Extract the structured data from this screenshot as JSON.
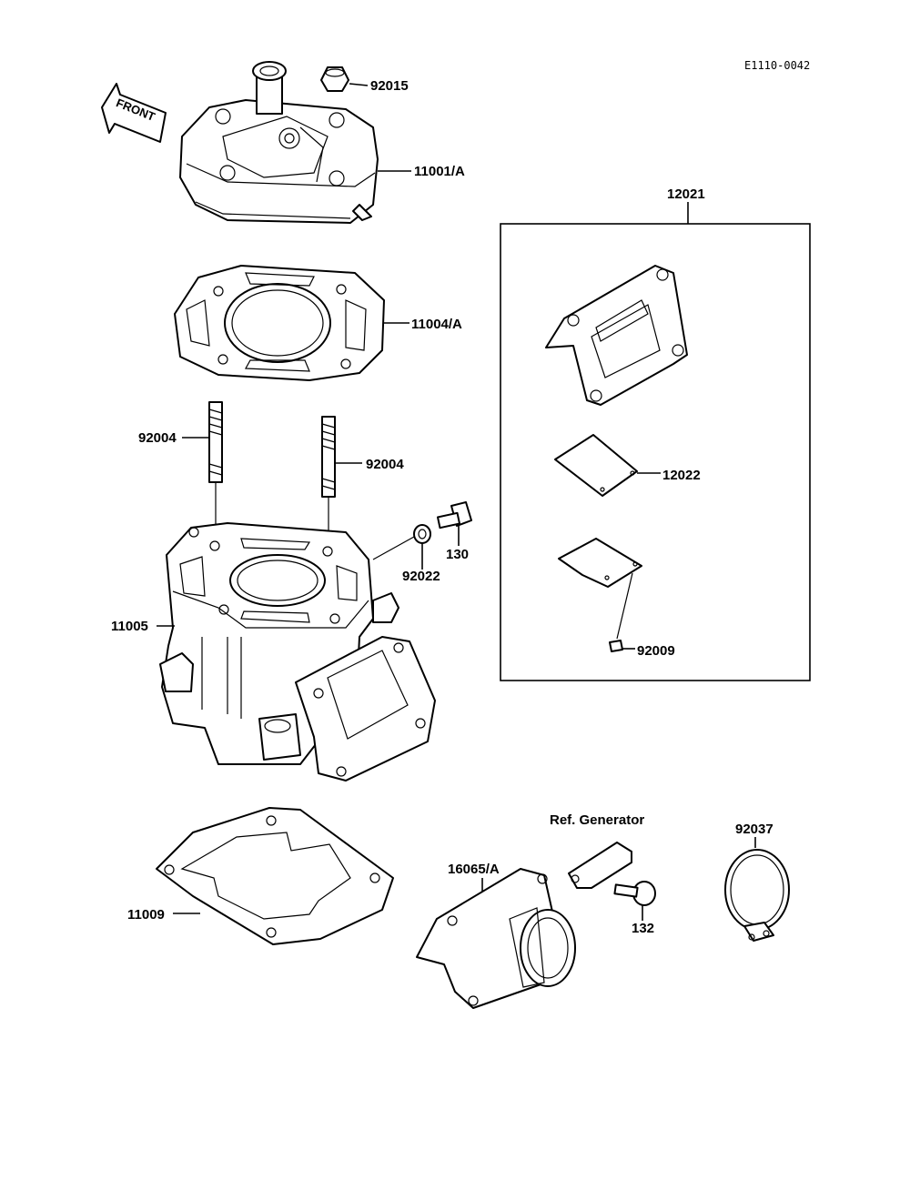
{
  "diagram_code": "E1110-0042",
  "front_label": "FRONT",
  "labels": {
    "p92015": "92015",
    "p11001": "11001/A",
    "p11004": "11004/A",
    "p92004a": "92004",
    "p92004b": "92004",
    "p130": "130",
    "p92022": "92022",
    "p11005": "11005",
    "p11009": "11009",
    "p12021": "12021",
    "p12022": "12022",
    "p92009": "92009",
    "ref_generator": "Ref. Generator",
    "p16065": "16065/A",
    "p132": "132",
    "p92037": "92037"
  }
}
